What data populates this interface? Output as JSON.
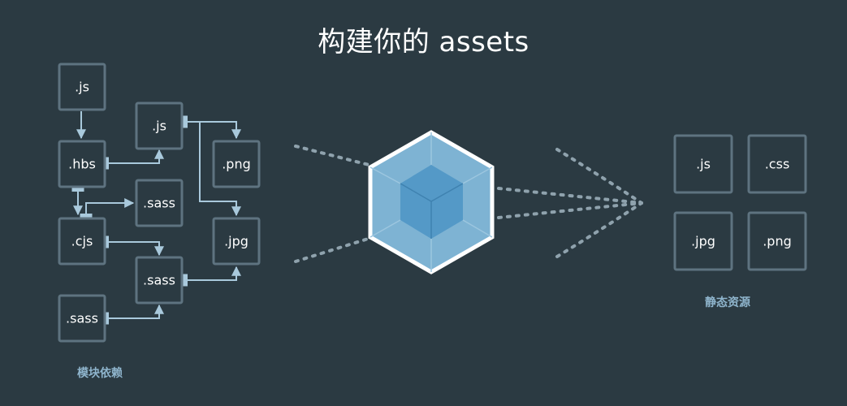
{
  "title": "构建你的 assets",
  "modules": {
    "caption": "模块依赖",
    "nodes": [
      ".js",
      ".js",
      ".hbs",
      ".png",
      ".sass",
      ".cjs",
      ".jpg",
      ".sass",
      ".sass"
    ]
  },
  "assets": {
    "caption": "静态资源",
    "nodes": [
      ".js",
      ".css",
      ".jpg",
      ".png"
    ]
  },
  "colors": {
    "background": "#2b3a42",
    "box_stroke": "#5e7380",
    "edge": "#a9c9dc",
    "cube_outer": "#7eb3d3",
    "cube_inner": "#5499c7",
    "caption": "#8fb5cd"
  }
}
